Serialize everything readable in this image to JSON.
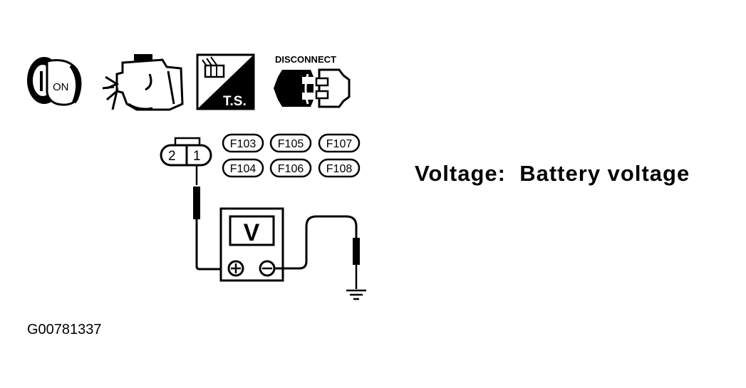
{
  "icons": {
    "ignition": {
      "label": "ON"
    },
    "ts": {
      "label": "T.S."
    },
    "disconnect": {
      "label": "DISCONNECT"
    }
  },
  "connector": {
    "pins": [
      "2",
      "1"
    ]
  },
  "connector_codes": [
    "F103",
    "F105",
    "F107",
    "F104",
    "F106",
    "F108"
  ],
  "meter": {
    "label": "V"
  },
  "result": {
    "label": "Voltage:",
    "value": "Battery voltage"
  },
  "figure_id": "G00781337"
}
